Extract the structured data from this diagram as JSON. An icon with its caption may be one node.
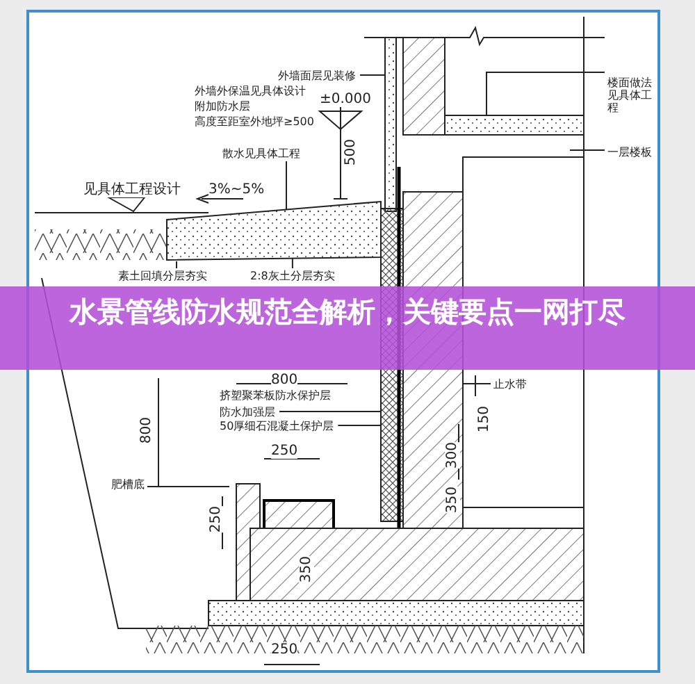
{
  "diagram": {
    "title": "水景管线防水规范全解析，关键要点一网打尽",
    "nodes": [
      {
        "text": [
          "外墙面层见装修"
        ]
      },
      {
        "text": [
          "散水见具体工程"
        ]
      },
      {
        "text": [
          "楼面做法见具体工程"
        ]
      },
      {
        "text": [
          "一层楼板"
        ]
      },
      {
        "text": [
          "素土回填分层夯实"
        ]
      },
      {
        "text": [
          "2:8灰土分层夯实"
        ]
      },
      {
        "text": [
          "防水加强层"
        ]
      },
      {
        "text": [
          "50厚细石混凝土保护层"
        ]
      },
      {
        "text": [
          "肥槽底"
        ]
      },
      {
        "text": [
          "止水带"
        ]
      },
      {
        "text": [],
        "shape": "box"
      }
    ],
    "edges": [
      {
        "from": 0,
        "to": null,
        "arrow": "none"
      },
      {
        "from": 1,
        "to": 10,
        "arrow": "none"
      },
      {
        "from": 2,
        "to": null,
        "arrow": "none"
      },
      {
        "from": 3,
        "to": null,
        "arrow": "none"
      },
      {
        "from": 4,
        "to": null,
        "arrow": "none"
      },
      {
        "from": 5,
        "to": null,
        "arrow": "none"
      },
      {
        "from": 6,
        "to": null,
        "arrow": "none"
      },
      {
        "from": 7,
        "to": null,
        "arrow": "none"
      },
      {
        "from": 8,
        "to": null,
        "arrow": "none"
      },
      {
        "from": 9,
        "to": null,
        "arrow": "none"
      }
    ],
    "labels": [
      "外墙外保温见具体设计",
      "附加防水层",
      "高度至距室外地坪≥500",
      "500",
      "±0.000",
      "见具体工程设计",
      "3%~5%",
      "800",
      "挤塑聚苯板防水保护层",
      "800",
      "150",
      "250",
      "250",
      "300",
      "350",
      "350",
      "250"
    ]
  }
}
